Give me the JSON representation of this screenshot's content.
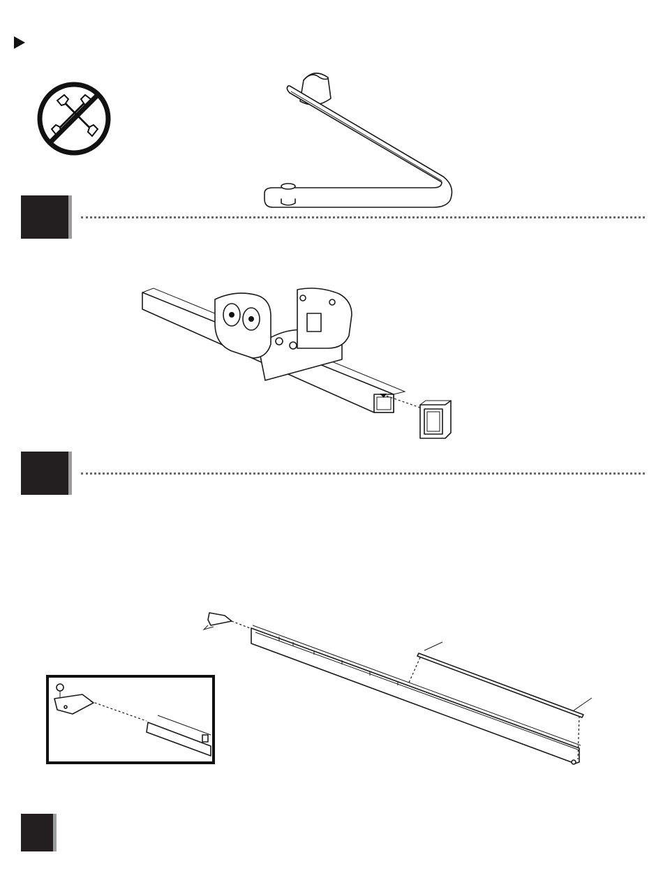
{
  "page": {
    "marker_icon": "play-triangle-icon",
    "no_tools_icon": "no-tools-required-icon"
  },
  "steps": [
    {
      "id": "step-1",
      "dark_color": "#231f20",
      "shadow_color": "#9d9d9d"
    },
    {
      "id": "step-2",
      "dark_color": "#231f20",
      "shadow_color": "#9d9d9d"
    },
    {
      "id": "step-3",
      "dark_color": "#231f20",
      "shadow_color": "#9d9d9d"
    }
  ],
  "illustrations": [
    {
      "id": "bent-bar-part",
      "icon": "bent-bar-illustration"
    },
    {
      "id": "frame-tube-assembly",
      "icon": "frame-tube-illustration"
    },
    {
      "id": "end-cap-part",
      "icon": "end-cap-illustration"
    },
    {
      "id": "rail-assembly",
      "icon": "rail-illustration"
    },
    {
      "id": "detail-inset",
      "icon": "detail-inset-illustration"
    }
  ]
}
